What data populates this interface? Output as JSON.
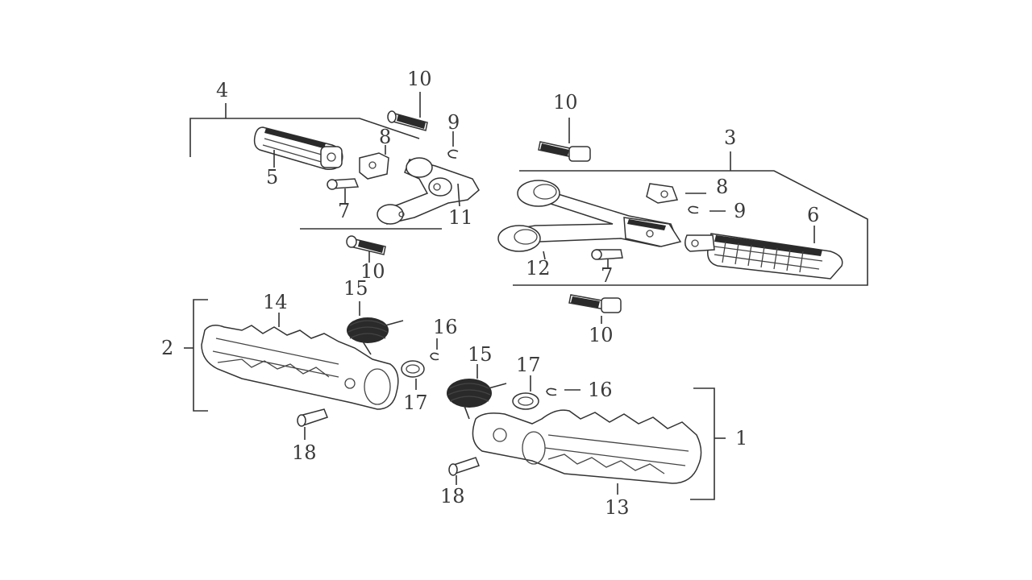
{
  "callouts": {
    "a1": "1",
    "a2": "2",
    "a3": "3",
    "a4": "4",
    "a5": "5",
    "a6": "6",
    "a7_left": "7",
    "a7_right": "7",
    "a8_left": "8",
    "a8_right": "8",
    "a9_left": "9",
    "a9_right": "9",
    "a10_top_left": "10",
    "a10_mid_left": "10",
    "a10_top_right": "10",
    "a10_bottom_right": "10",
    "a11": "11",
    "a12": "12",
    "a13": "13",
    "a14": "14",
    "a15_left": "15",
    "a15_right": "15",
    "a16_left": "16",
    "a16_right": "16",
    "a17_left": "17",
    "a17_right": "17",
    "a18_left": "18",
    "a18_right": "18"
  }
}
